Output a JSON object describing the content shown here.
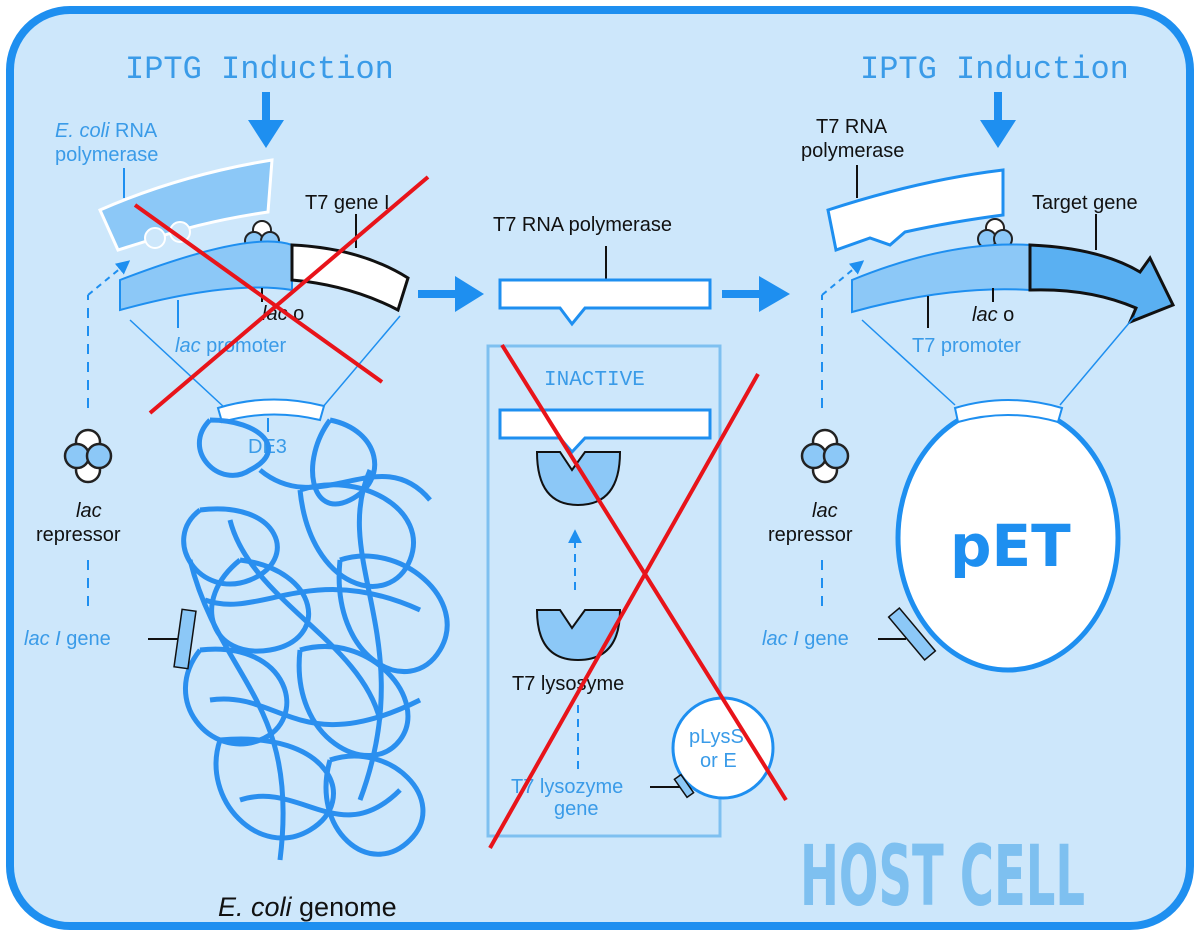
{
  "colors": {
    "cell_fill": "#cde7fb",
    "cell_border": "#1e8ff0",
    "accent_blue": "#3a9be8",
    "light_blue": "#8cc8f7",
    "cross_red": "#e8141a"
  },
  "left": {
    "iptg": "IPTG Induction",
    "ecoli_rnap_1": "E. coli",
    "ecoli_rnap_1b": " RNA",
    "ecoli_rnap_2": "polymerase",
    "t7_gene": "T7 gene I",
    "lac_o_1": "lac",
    "lac_o_2": " o",
    "lac_promoter_1": "lac",
    "lac_promoter_2": " promoter",
    "de3": "DE3",
    "lac_repressor_1": "lac",
    "lac_repressor_2": "repressor",
    "laci_gene_1": "lac I",
    "laci_gene_2": " gene",
    "genome_1": "E. coli",
    "genome_2": " genome"
  },
  "middle": {
    "t7_rnap": "T7 RNA polymerase",
    "inactive": "INACTIVE",
    "t7_lysosyme": "T7 lysosyme",
    "t7_lysozyme_gene_1": "T7 lysozyme",
    "t7_lysozyme_gene_2": "gene",
    "plyss_1": "pLysS",
    "plyss_2": "or E"
  },
  "right": {
    "iptg": "IPTG Induction",
    "t7_rnap_1": "T7 RNA",
    "t7_rnap_2": "polymerase",
    "target_gene": "Target gene",
    "lac_o_1": "lac",
    "lac_o_2": " o",
    "t7_promoter": "T7 promoter",
    "lac_repressor_1": "lac",
    "lac_repressor_2": "repressor",
    "laci_gene_1": "lac I",
    "laci_gene_2": " gene",
    "pet": "pET"
  },
  "host_cell": "HOST CELL"
}
